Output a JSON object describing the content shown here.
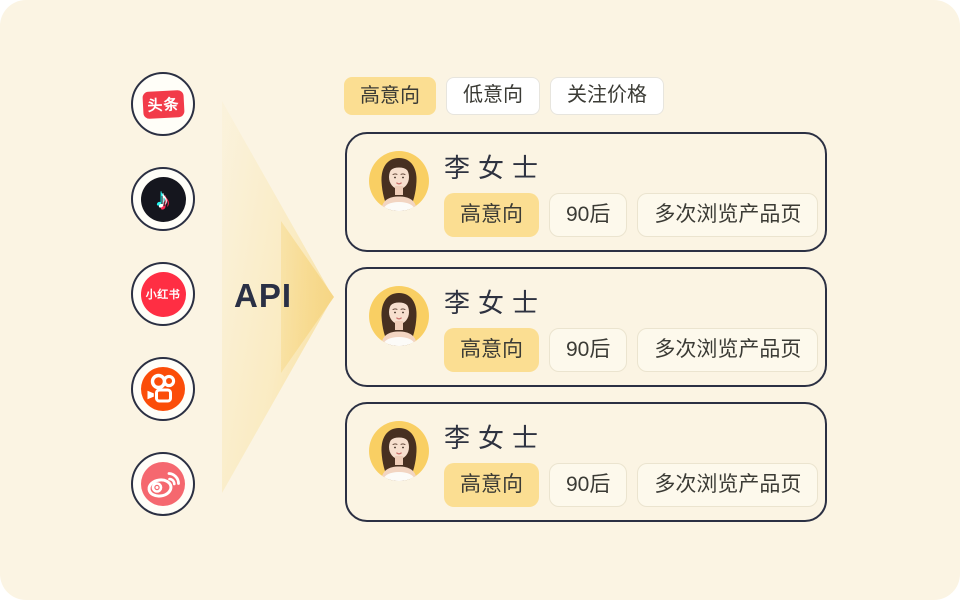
{
  "colors": {
    "canvas_bg": "#FBF4E3",
    "outline_dark": "#2B3043",
    "accent_yellow": "#FBDE92",
    "arrow_yellow": "#F6D685",
    "toutiao_red": "#F23B49",
    "douyin_black": "#15161E",
    "douyin_cyan": "#25F4EE",
    "douyin_red": "#FE2C55",
    "xiaohongshu_red": "#FF2E43",
    "kuaishou_orange": "#FB4D09",
    "weibo_pink": "#F5686F",
    "avatar_bg": "#F9CF63"
  },
  "platforms": {
    "items": [
      {
        "id": "toutiao",
        "icon": "toutiao-icon",
        "label": "头条"
      },
      {
        "id": "douyin",
        "icon": "douyin-icon",
        "glyph": "♪"
      },
      {
        "id": "xiaohongshu",
        "icon": "xiaohongshu-icon",
        "label": "小红书"
      },
      {
        "id": "kuaishou",
        "icon": "kuaishou-icon"
      },
      {
        "id": "weibo",
        "icon": "weibo-icon"
      }
    ]
  },
  "arrow": {
    "label": "API"
  },
  "filters": [
    {
      "label": "高意向",
      "active": true
    },
    {
      "label": "低意向",
      "active": false
    },
    {
      "label": "关注价格",
      "active": false
    }
  ],
  "cards": [
    {
      "name": "李女士",
      "tags": [
        {
          "label": "高意向",
          "style": "primary"
        },
        {
          "label": "90后",
          "style": "outline"
        },
        {
          "label": "多次浏览产品页",
          "style": "outline"
        }
      ]
    },
    {
      "name": "李女士",
      "tags": [
        {
          "label": "高意向",
          "style": "primary"
        },
        {
          "label": "90后",
          "style": "outline"
        },
        {
          "label": "多次浏览产品页",
          "style": "outline"
        }
      ]
    },
    {
      "name": "李女士",
      "tags": [
        {
          "label": "高意向",
          "style": "primary"
        },
        {
          "label": "90后",
          "style": "outline"
        },
        {
          "label": "多次浏览产品页",
          "style": "outline"
        }
      ]
    }
  ]
}
